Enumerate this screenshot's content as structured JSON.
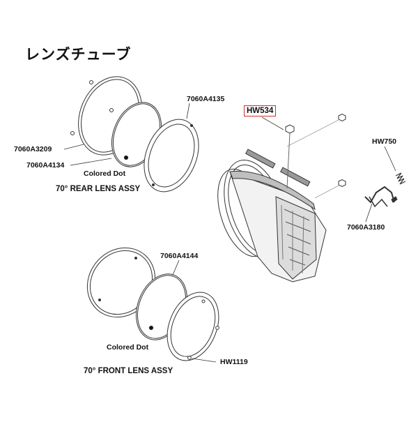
{
  "title": "レンズチューブ",
  "labels": {
    "rear_ring_top": "7060A4135",
    "rear_plate": "7060A3209",
    "rear_lens": "7060A4134",
    "rear_dot": "Colored Dot",
    "rear_assy": "70° REAR LENS ASSY",
    "hw534": "HW534",
    "hw750": "HW750",
    "spring_clip": "7060A3180",
    "front_lens": "7060A4144",
    "front_dot": "Colored Dot",
    "front_assy": "70° FRONT LENS ASSY",
    "hw1119": "HW1119"
  },
  "colors": {
    "line": "#333333",
    "highlight": "#d0312d",
    "fill_light": "#e6e6e6",
    "fill_dark": "#9a9a9a"
  }
}
